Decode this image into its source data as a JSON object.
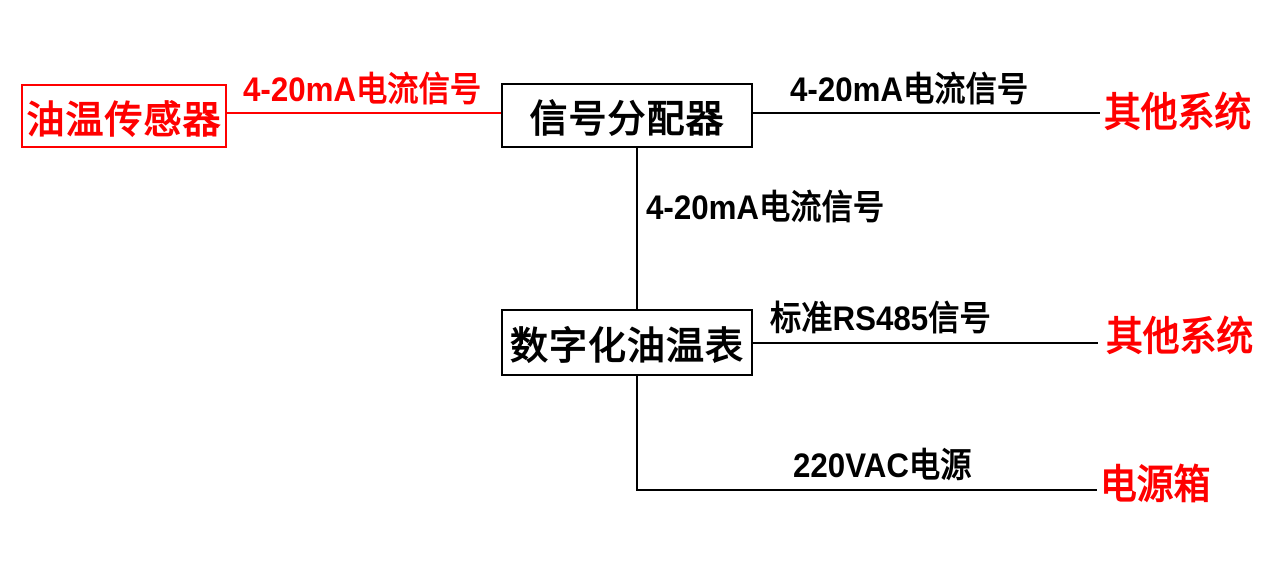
{
  "diagram": {
    "background": "#ffffff",
    "colors": {
      "red": "#ff0000",
      "black": "#000000"
    },
    "nodes": [
      {
        "id": "oil-temp-sensor",
        "label": "油温传感器",
        "color": "#ff0000",
        "shape": "rect"
      },
      {
        "id": "signal-distributor",
        "label": "信号分配器",
        "color": "#000000",
        "shape": "rect"
      },
      {
        "id": "digital-oil-temp-meter",
        "label": "数字化油温表",
        "color": "#000000",
        "shape": "rect"
      }
    ],
    "endpoints": [
      {
        "id": "other-system-1",
        "label": "其他系统",
        "color": "#ff0000"
      },
      {
        "id": "other-system-2",
        "label": "其他系统",
        "color": "#ff0000"
      },
      {
        "id": "power-box",
        "label": "电源箱",
        "color": "#ff0000"
      }
    ],
    "edges": [
      {
        "id": "sensor-to-distributor",
        "from": "oil-temp-sensor",
        "to": "signal-distributor",
        "label": "4-20mA电流信号",
        "color": "#ff0000",
        "orientation": "horizontal"
      },
      {
        "id": "distributor-to-other-system",
        "from": "signal-distributor",
        "to": "other-system-1",
        "label": "4-20mA电流信号",
        "color": "#000000",
        "orientation": "horizontal"
      },
      {
        "id": "distributor-to-meter",
        "from": "signal-distributor",
        "to": "digital-oil-temp-meter",
        "label": "4-20mA电流信号",
        "color": "#000000",
        "orientation": "vertical"
      },
      {
        "id": "meter-to-other-system",
        "from": "digital-oil-temp-meter",
        "to": "other-system-2",
        "label": "标准RS485信号",
        "color": "#000000",
        "orientation": "horizontal"
      },
      {
        "id": "meter-to-power-box",
        "from": "digital-oil-temp-meter",
        "to": "power-box",
        "label": "220VAC电源",
        "color": "#000000",
        "orientation": "elbow-down-right"
      }
    ]
  }
}
